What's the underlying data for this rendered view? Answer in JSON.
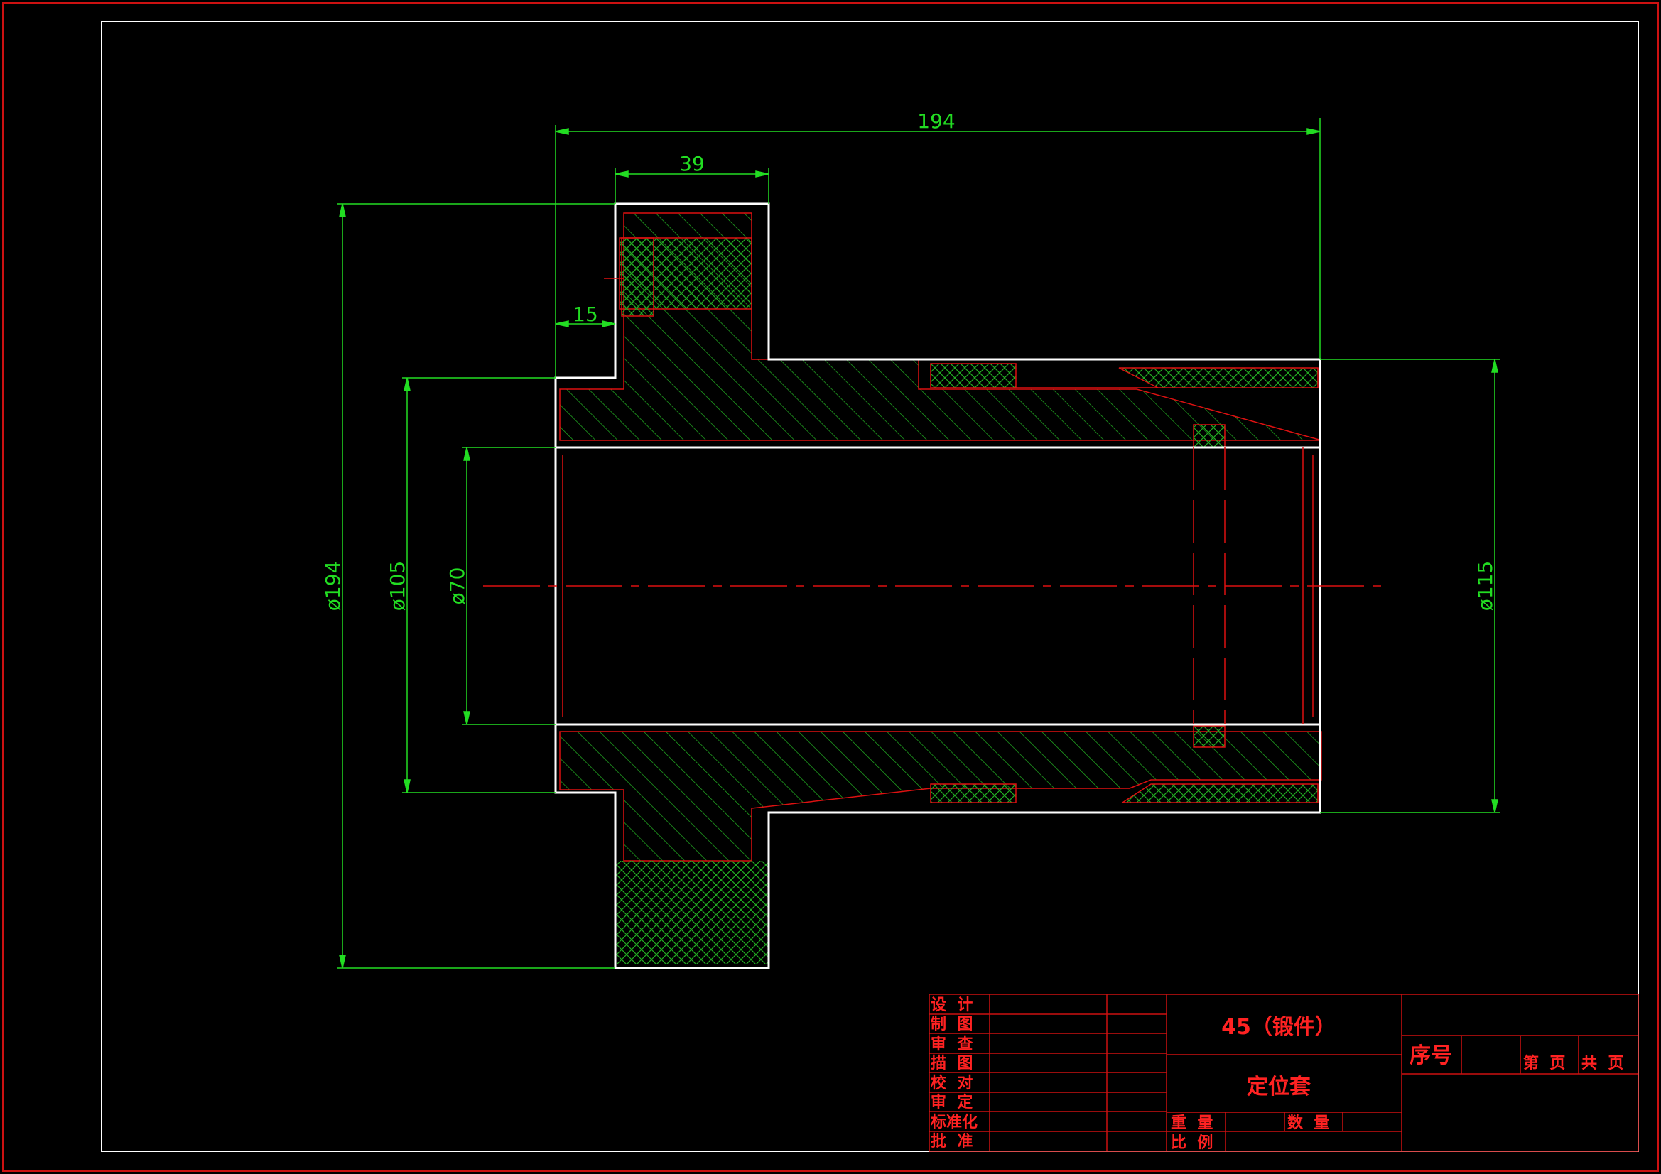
{
  "drawing": {
    "dimensions": {
      "overall_length": "194",
      "flange_width": "39",
      "flange_offset": "15",
      "flange_diameter": "ø194",
      "bore_outer_diameter": "ø105",
      "bore_diameter": "ø70",
      "body_diameter": "ø115"
    }
  },
  "title_block": {
    "material": "45（锻件）",
    "part_name": "定位套",
    "sequence_label": "序号",
    "roles": [
      "设  计",
      "制  图",
      "审  查",
      "描  图",
      "校  对",
      "审  定",
      "标准化",
      "批  准"
    ],
    "weight_label": "重  量",
    "quantity_label": "数  量",
    "scale_label": "比  例",
    "sheet_label": "第  页",
    "total_label": "共  页"
  },
  "colors": {
    "outline": "#ffffff",
    "dimension": "#22dd22",
    "hidden": "#dd1111",
    "frame": "#cc1111",
    "hatch": "#22aa22"
  }
}
